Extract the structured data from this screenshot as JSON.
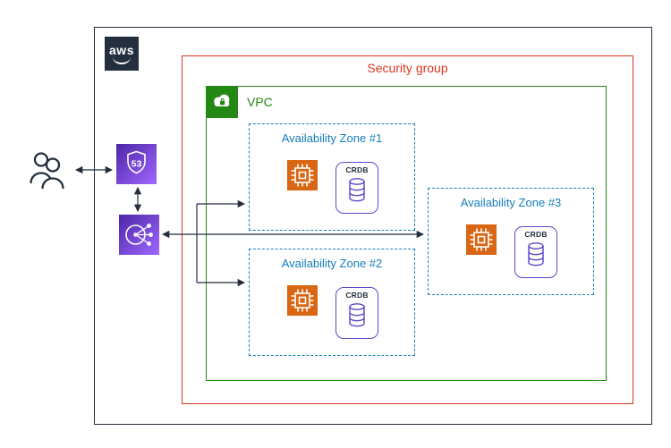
{
  "colors": {
    "outline": "#232f3e",
    "security_group": "#dd3522",
    "vpc_green": "#248814",
    "availability_zone_blue": "#147eba",
    "ec2_orange": "#d86613",
    "crdb_purple": "#5948c8",
    "service_gradient_start": "#4d27a8",
    "service_gradient_end": "#a166ff",
    "arrow": "#232f3e"
  },
  "aws_cloud": {
    "logo_text": "aws"
  },
  "security_group": {
    "label": "Security group"
  },
  "vpc": {
    "label": "VPC",
    "icon": "vpc-cloud-lock-icon"
  },
  "availability_zones": [
    {
      "label": "Availability Zone #1",
      "ec2_icon": "ec2-instance-icon",
      "crdb_label": "CRDB",
      "db_icon": "database-cylinder-icon"
    },
    {
      "label": "Availability Zone #2",
      "ec2_icon": "ec2-instance-icon",
      "crdb_label": "CRDB",
      "db_icon": "database-cylinder-icon"
    },
    {
      "label": "Availability Zone #3",
      "ec2_icon": "ec2-instance-icon",
      "crdb_label": "CRDB",
      "db_icon": "database-cylinder-icon"
    }
  ],
  "external": {
    "users_icon": "users-icon",
    "route53": {
      "icon": "route53-shield-icon",
      "shield_text": "53"
    },
    "load_balancer_icon": "elastic-load-balancer-icon"
  },
  "connections": [
    {
      "from": "users",
      "to": "route53",
      "bidirectional": true
    },
    {
      "from": "route53",
      "to": "load-balancer",
      "bidirectional": true
    },
    {
      "from": "load-balancer",
      "to": "availability-zone-1",
      "bidirectional": false
    },
    {
      "from": "load-balancer",
      "to": "availability-zone-2",
      "bidirectional": false
    },
    {
      "from": "load-balancer",
      "to": "availability-zone-3",
      "bidirectional": true
    }
  ]
}
